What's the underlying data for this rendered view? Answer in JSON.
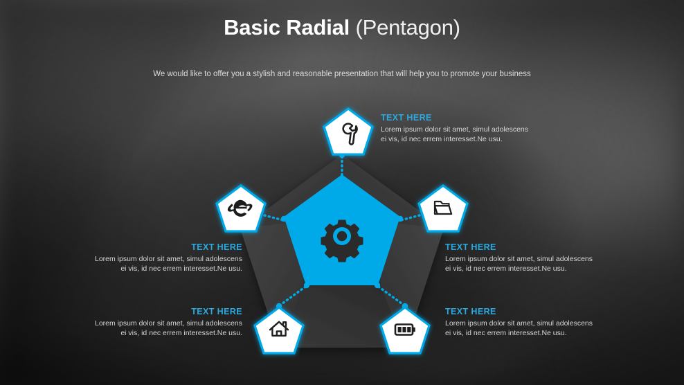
{
  "header": {
    "title_strong": "Basic Radial",
    "title_light": "(Pentagon)",
    "subtitle": "We would like to offer you a stylish and reasonable presentation that will help you to promote your business"
  },
  "theme": {
    "accent_blue": "#00A9E8",
    "heading_blue": "#29ABE2",
    "node_fill": "#FFFFFF",
    "hub_dark": "#333333",
    "body_text": "#D6D6D6",
    "background": "#4A4A4A"
  },
  "center": {
    "icon": "gear-icon"
  },
  "nodes": [
    {
      "id": "top",
      "icon": "wrench-icon",
      "heading": "TEXT HERE",
      "body_line1": "Lorem ipsum dolor sit amet, simul adolescens",
      "body_line2": "ei vis, id nec errem interesset.Ne usu."
    },
    {
      "id": "left",
      "icon": "internet-explorer-icon",
      "heading": "TEXT HERE",
      "body_line1": "Lorem ipsum dolor sit amet, simul adolescens",
      "body_line2": "ei vis, id nec errem interesset.Ne usu."
    },
    {
      "id": "right",
      "icon": "folder-icon",
      "heading": "TEXT HERE",
      "body_line1": "Lorem ipsum dolor sit amet, simul adolescens",
      "body_line2": "ei vis, id nec errem interesset.Ne usu."
    },
    {
      "id": "bottom-left",
      "icon": "home-icon",
      "heading": "TEXT HERE",
      "body_line1": "Lorem ipsum dolor sit amet, simul adolescens",
      "body_line2": "ei vis, id nec errem interesset.Ne usu."
    },
    {
      "id": "bottom-right",
      "icon": "battery-icon",
      "heading": "TEXT HERE",
      "body_line1": "Lorem ipsum dolor sit amet, simul adolescens",
      "body_line2": "ei vis, id nec errem interesset.Ne usu."
    }
  ]
}
